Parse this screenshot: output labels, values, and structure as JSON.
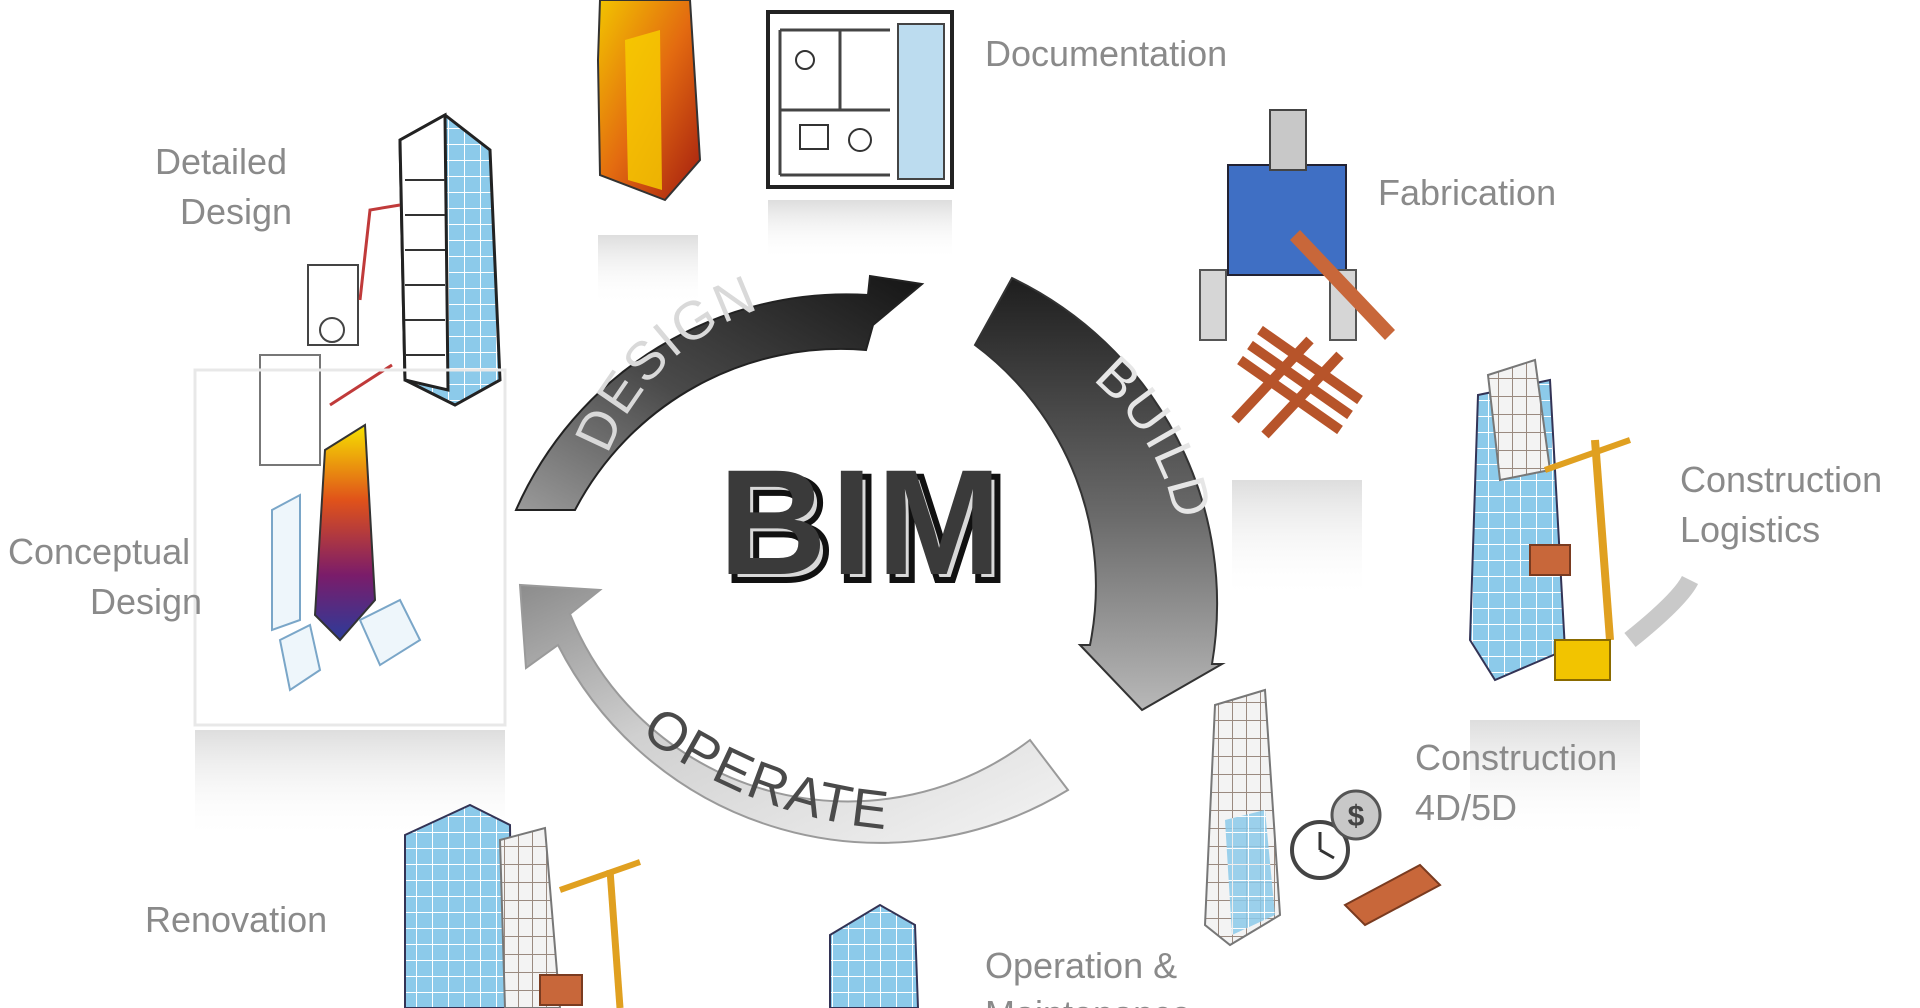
{
  "center_title": "BIM",
  "cycle": {
    "design": "DESIGN",
    "build": "BUILD",
    "operate": "OPERATE"
  },
  "stages": {
    "documentation": "Documentation",
    "fabrication": "Fabrication",
    "detailed_design": [
      "Detailed",
      "Design"
    ],
    "conceptual_design": [
      "Conceptual",
      "Design"
    ],
    "construction_logistics": [
      "Construction",
      "Logistics"
    ],
    "construction_4d5d": [
      "Construction",
      "4D/5D"
    ],
    "renovation": "Renovation",
    "operation_maintenance": [
      "Operation &",
      "Maintenance"
    ]
  },
  "colors": {
    "arc_dark": "#2a2a2a",
    "arc_light": "#d8d8d8",
    "label_gray": "#8a8a8a",
    "glass_blue": "#7fbfe3",
    "timber_orange": "#c8673a",
    "machine_blue": "#3f6fc4"
  }
}
